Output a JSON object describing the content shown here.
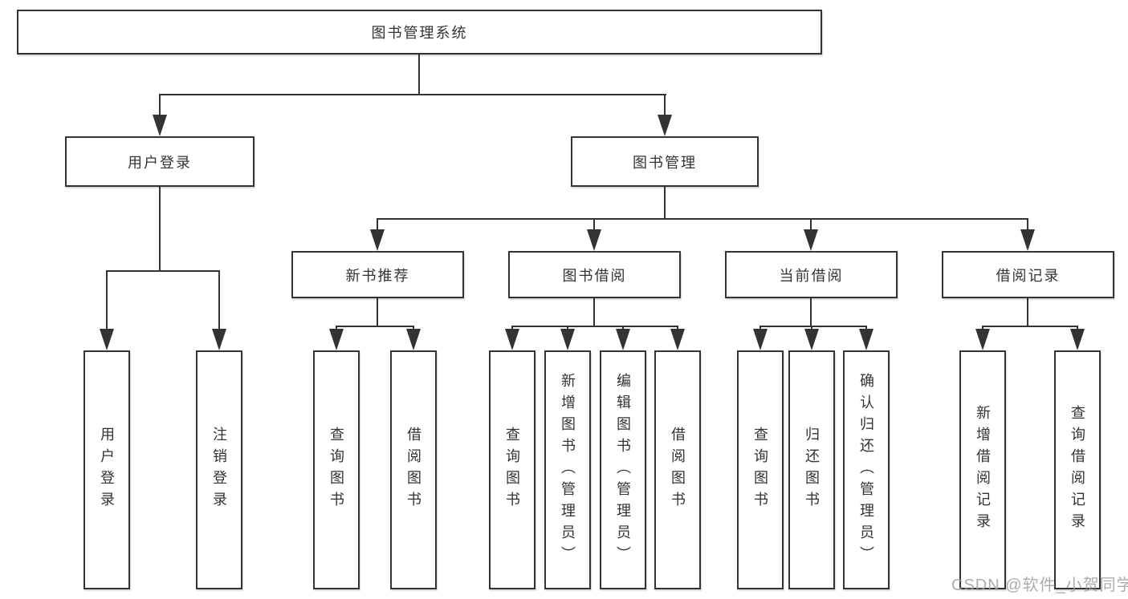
{
  "tree": {
    "root": {
      "label": "图书管理系统"
    },
    "branches": [
      {
        "label": "用户登录",
        "children": [
          {
            "label": "用户登录"
          },
          {
            "label": "注销登录"
          }
        ]
      },
      {
        "label": "图书管理",
        "children": [
          {
            "label": "新书推荐",
            "children": [
              {
                "label": "查询图书"
              },
              {
                "label": "借阅图书"
              }
            ]
          },
          {
            "label": "图书借阅",
            "children": [
              {
                "label": "查询图书"
              },
              {
                "label": "新增图书（管理员）"
              },
              {
                "label": "编辑图书（管理员）"
              },
              {
                "label": "借阅图书"
              }
            ]
          },
          {
            "label": "当前借阅",
            "children": [
              {
                "label": "查询图书"
              },
              {
                "label": "归还图书"
              },
              {
                "label": "确认归还（管理员）"
              }
            ]
          },
          {
            "label": "借阅记录",
            "children": [
              {
                "label": "新增借阅记录"
              },
              {
                "label": "查询借阅记录"
              }
            ]
          }
        ]
      }
    ]
  },
  "watermark": {
    "text": "CSDN @软件_小贺同学"
  },
  "colors": {
    "line": "#333333",
    "box_border": "#333333",
    "text": "#333333",
    "watermark": "#9e9e9e",
    "background": "#ffffff"
  }
}
